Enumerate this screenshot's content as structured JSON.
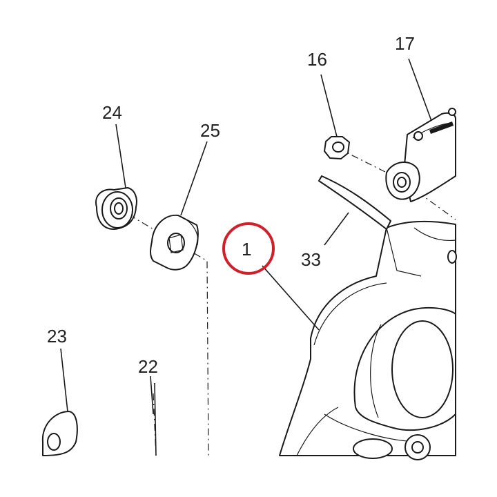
{
  "callouts": {
    "c1": "1",
    "c16": "16",
    "c17": "17",
    "c22": "22",
    "c23": "23",
    "c24": "24",
    "c25": "25",
    "c33": "33"
  },
  "colors": {
    "highlight": "#d0202a",
    "line": "#1a1a1a",
    "background": "#ffffff"
  }
}
